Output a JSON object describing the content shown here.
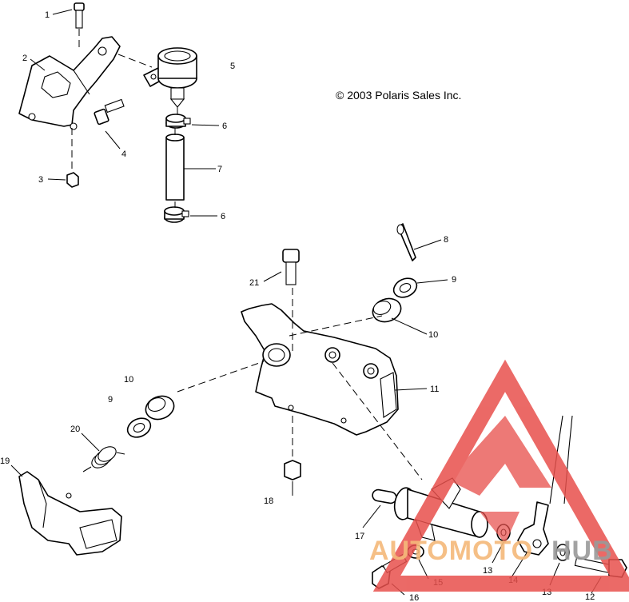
{
  "copyright": "© 2003 Polaris Sales Inc.",
  "callouts": {
    "c1": "1",
    "c2": "2",
    "c3": "3",
    "c4": "4",
    "c5": "5",
    "c6a": "6",
    "c6b": "6",
    "c7": "7",
    "c8": "8",
    "c9a": "9",
    "c9b": "9",
    "c10a": "10",
    "c10b": "10",
    "c11": "11",
    "c12": "12",
    "c13a": "13",
    "c13b": "13",
    "c14": "14",
    "c15": "15",
    "c16": "16",
    "c17": "17",
    "c18": "18",
    "c19": "19",
    "c20": "20",
    "c21": "21"
  },
  "watermark": {
    "text_orange": "AUTOMOTO",
    "text_gray": "HUB",
    "color_red": "#e8504c",
    "color_orange": "#f5b97a",
    "color_gray": "#9a9a9a"
  }
}
